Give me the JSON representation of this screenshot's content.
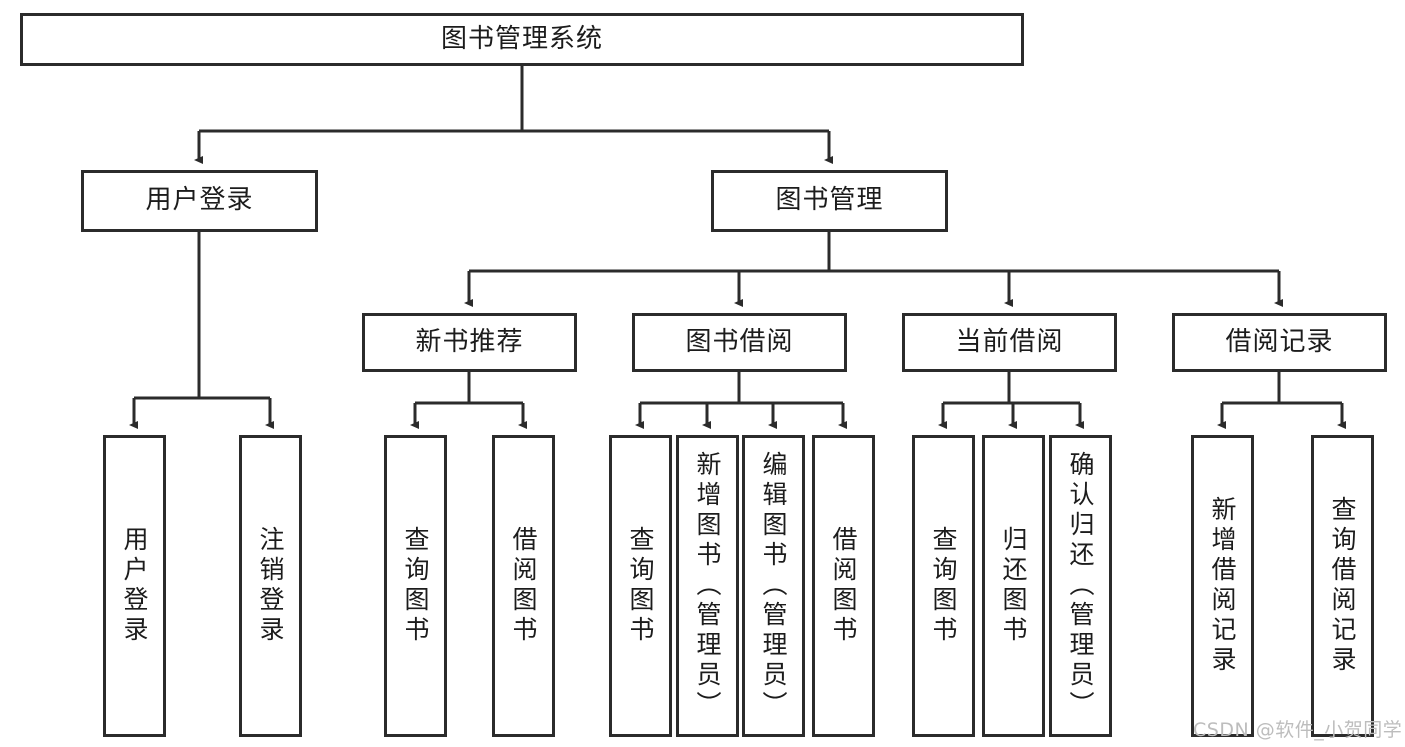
{
  "diagram": {
    "title": "图书管理系统",
    "type": "hierarchy-tree",
    "colors": {
      "box_border": "#2b2b2b",
      "box_fill": "#ffffff",
      "connector": "#2b2b2b",
      "text": "#1c1c1c",
      "watermark": "#bdbdbd",
      "background": "#ffffff"
    },
    "root": {
      "label": "图书管理系统"
    },
    "level2": [
      {
        "label": "用户登录"
      },
      {
        "label": "图书管理"
      }
    ],
    "level3": [
      {
        "label": "新书推荐"
      },
      {
        "label": "图书借阅"
      },
      {
        "label": "当前借阅"
      },
      {
        "label": "借阅记录"
      }
    ],
    "leaves": {
      "user_login": [
        {
          "label": "用户登录"
        },
        {
          "label": "注销登录"
        }
      ],
      "new_book": [
        {
          "label": "查询图书"
        },
        {
          "label": "借阅图书"
        }
      ],
      "book_borrow": [
        {
          "label": "查询图书"
        },
        {
          "label": "新增图书（管理员）"
        },
        {
          "label": "编辑图书（管理员）"
        },
        {
          "label": "借阅图书"
        }
      ],
      "current_borrow": [
        {
          "label": "查询图书"
        },
        {
          "label": "归还图书"
        },
        {
          "label": "确认归还（管理员）"
        }
      ],
      "borrow_record": [
        {
          "label": "新增借阅记录"
        },
        {
          "label": "查询借阅记录"
        }
      ]
    }
  },
  "watermark": {
    "text": "CSDN @软件_小贺同学"
  }
}
